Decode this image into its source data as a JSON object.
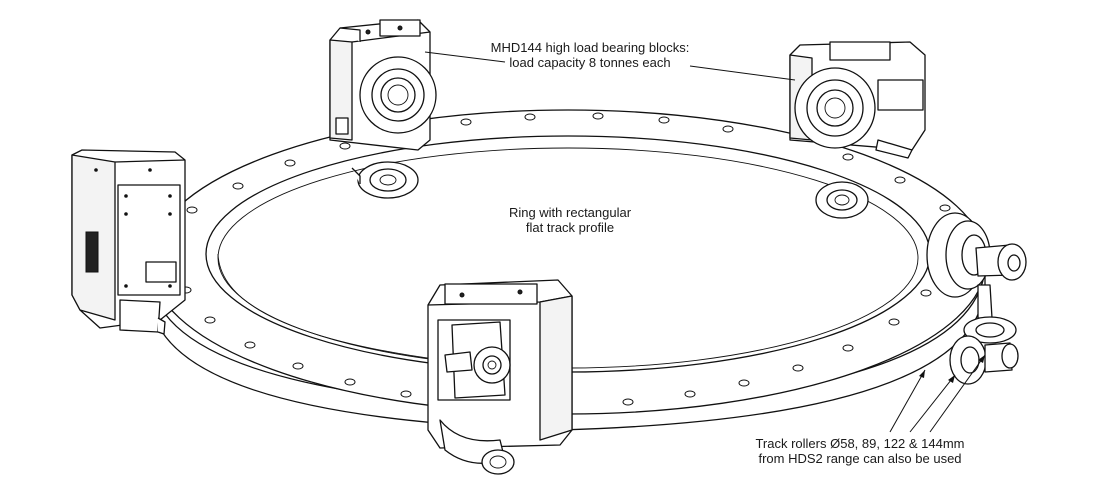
{
  "labels": {
    "bearing_blocks_line1": "MHD144 high load bearing blocks:",
    "bearing_blocks_line2": "load capacity 8 tonnes each",
    "ring_line1": "Ring with rectangular",
    "ring_line2": "flat track profile",
    "rollers_line1": "Track rollers Ø58, 89, 122 & 144mm",
    "rollers_line2": "from HDS2 range can also be used"
  }
}
